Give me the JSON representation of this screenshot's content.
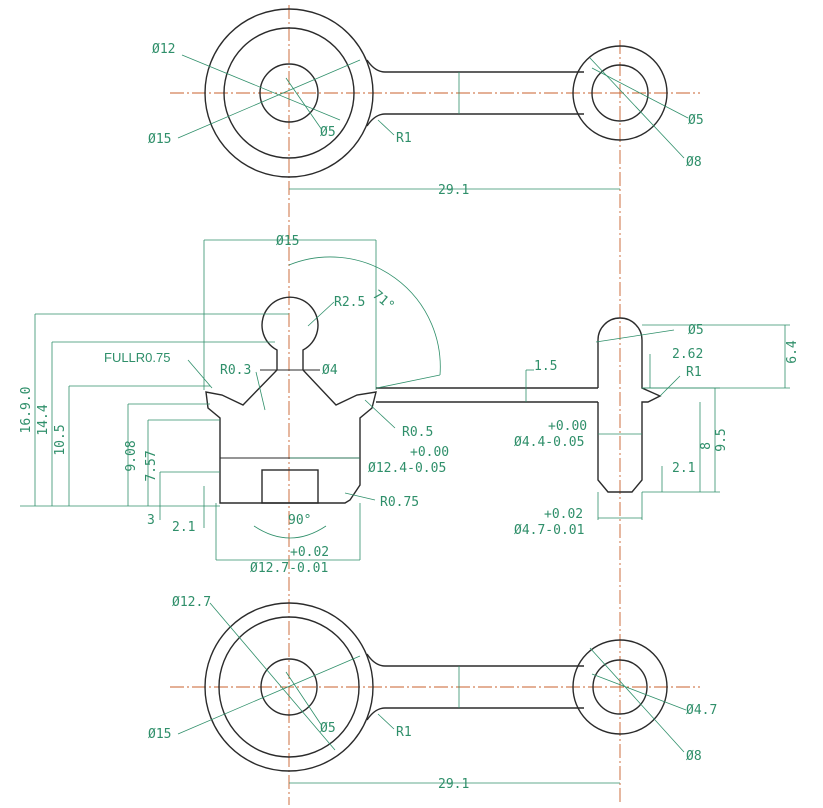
{
  "top_view": {
    "labels": {
      "d12": "Ø12",
      "d15": "Ø15",
      "d5_left": "Ø5",
      "r1": "R1",
      "d5_right": "Ø5",
      "d8": "Ø8",
      "dist": "29.1"
    }
  },
  "section_view": {
    "labels": {
      "d15_top": "Ø15",
      "r2_5": "R2.5",
      "angle71": "71°",
      "d5": "Ø5",
      "full_r": "FULLR0.75",
      "r0_3": "R0.3",
      "d4": "Ø4",
      "v1_5": "1.5",
      "v2_62": "2.62",
      "r1": "R1",
      "v6_4": "6.4",
      "v16_9": "16.9.0",
      "v14_4": "14.4",
      "v10_5": "10.5",
      "v9_08": "9.08",
      "v7_57": "7.57",
      "r0_5": "R0.5",
      "tol_a_top": "+0.00",
      "d12_4": "Ø12.4-0.05",
      "tol_b_top": "+0.00",
      "d4_4": "Ø4.4-0.05",
      "v8": "8",
      "v9_5": "9.5",
      "v2_1_right": "2.1",
      "r0_75": "R0.75",
      "v3": "3",
      "v2_1_left": "2.1",
      "angle90": "90°",
      "tol_c_top": "+0.02",
      "d12_7": "Ø12.7-0.01",
      "tol_d_top": "+0.02",
      "d4_7": "Ø4.7-0.01"
    }
  },
  "bottom_view": {
    "labels": {
      "d12_7": "Ø12.7",
      "d15": "Ø15",
      "d5_left": "Ø5",
      "r1": "R1",
      "d4_7": "Ø4.7",
      "d8": "Ø8",
      "dist": "29.1"
    }
  },
  "colors": {
    "outline": "#2b2b2b",
    "dimension": "#2f8f6a",
    "centerline": "#c8602c"
  }
}
